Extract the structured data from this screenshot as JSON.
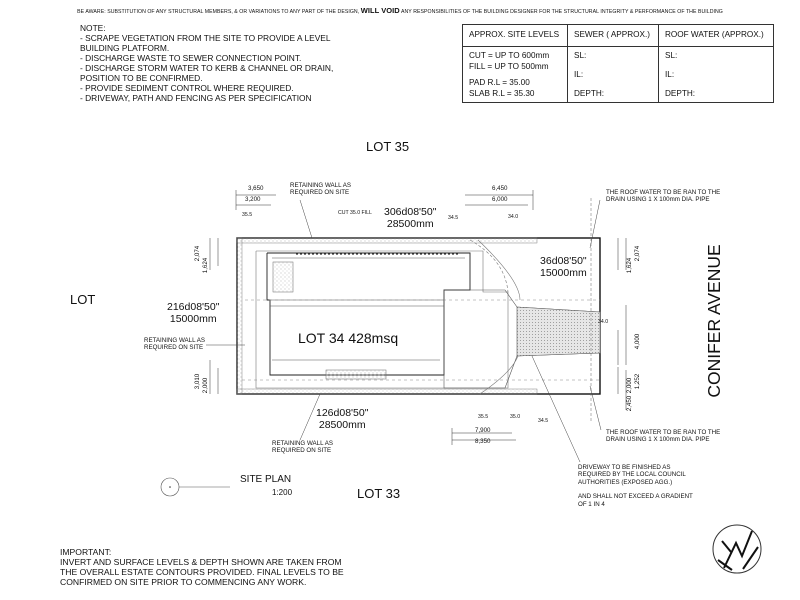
{
  "warning": {
    "before": "BE AWARE: SUBSTITUTION OF ANY STRUCTURAL MEMBERS, & OR VARIATIONS TO ANY PART OF THE DESIGN,",
    "bold": "WILL VOID",
    "after": "ANY RESPONSIBILITIES OF THE BUILDING DESIGNER FOR THE STRUCTURAL INTEGRITY & PERFORMANCE OF THE BUILDING"
  },
  "notes": {
    "title": "NOTE:",
    "lines": [
      "- SCRAPE VEGETATION FROM THE SITE TO PROVIDE A LEVEL",
      "BUILDING PLATFORM.",
      "- DISCHARGE WASTE TO SEWER CONNECTION POINT.",
      "- DISCHARGE STORM WATER TO KERB & CHANNEL OR DRAIN,",
      "POSITION TO BE CONFIRMED.",
      "- PROVIDE SEDIMENT CONTROL WHERE REQUIRED.",
      "- DRIVEWAY, PATH AND FENCING AS PER SPECIFICATION"
    ]
  },
  "levels_table": {
    "headers": [
      "APPROX. SITE LEVELS",
      "SEWER ( APPROX.)",
      "ROOF WATER (APPROX.)"
    ],
    "site_levels": [
      "CUT = UP TO 600mm",
      "FILL = UP TO 500mm",
      "",
      "PAD R.L = 35.00",
      "SLAB R.L = 35.30"
    ],
    "sewer": [
      "SL:",
      "",
      "IL:",
      "",
      "DEPTH:"
    ],
    "roof_water": [
      "SL:",
      "",
      "IL:",
      "",
      "DEPTH:"
    ]
  },
  "plan": {
    "lot_top": "LOT 35",
    "lot_bottom": "LOT 33",
    "lot_left": "LOT",
    "lot_main": "LOT 34  428msq",
    "street": "CONIFER AVENUE",
    "bearing_top": [
      "306d08'50\"",
      "28500mm"
    ],
    "bearing_bottom": [
      "126d08'50\"",
      "28500mm"
    ],
    "bearing_left": [
      "216d08'50\"",
      "15000mm"
    ],
    "bearing_right": [
      "36d08'50\"",
      "15000mm"
    ],
    "retaining_top": [
      "RETAINING WALL AS",
      "REQUIRED ON SITE"
    ],
    "retaining_left": [
      "RETAINING WALL AS",
      "REQUIRED ON SITE"
    ],
    "retaining_bottom": [
      "RETAINING WALL AS",
      "REQUIRED ON SITE"
    ],
    "cut_fill": "CUT 35.0 FILL",
    "roof_top": [
      "THE ROOF WATER TO BE RAN TO THE",
      "DRAIN USING 1 X 100mm DIA. PIPE"
    ],
    "roof_bottom": [
      "THE ROOF WATER TO BE RAN TO THE",
      "DRAIN USING 1 X 100mm DIA. PIPE"
    ],
    "driveway": [
      "DRIVEWAY TO BE FINISHED AS",
      "REQUIRED BY THE LOCAL COUNCIL",
      "AUTHORITIES (EXPOSED AGG.)",
      "",
      "AND SHALL NOT EXCEED A GRADIENT",
      "OF 1 IN 4"
    ],
    "dims": {
      "d3650": "3,650",
      "d3200": "3,200",
      "d6450": "6,450",
      "d6000": "6,000",
      "d2074a": "2,074",
      "d1624a": "1,624",
      "d1624b": "1,624",
      "d2074b": "2,074",
      "d3010": "3,010",
      "d2000a": "2,000",
      "d4000": "4,000",
      "d2000b": "2,000",
      "d1252": "1,252",
      "d2450": "2,450",
      "d7900": "7,900",
      "d8350": "8,350"
    },
    "spot_levels": {
      "s355a": "35.5",
      "s345a": "34.5",
      "s340a": "34.0",
      "s340b": "34.0",
      "s355b": "35.5",
      "s350": "35.0",
      "s345b": "34.5"
    }
  },
  "site_plan": {
    "title": "SITE PLAN",
    "scale": "1:200"
  },
  "important": {
    "title": "IMPORTANT:",
    "lines": [
      "INVERT AND SURFACE LEVELS & DEPTH SHOWN ARE TAKEN FROM",
      "THE OVERALL ESTATE CONTOURS PROVIDED. FINAL LEVELS TO BE",
      "CONFIRMED ON SITE PRIOR TO COMMENCING ANY WORK."
    ]
  }
}
